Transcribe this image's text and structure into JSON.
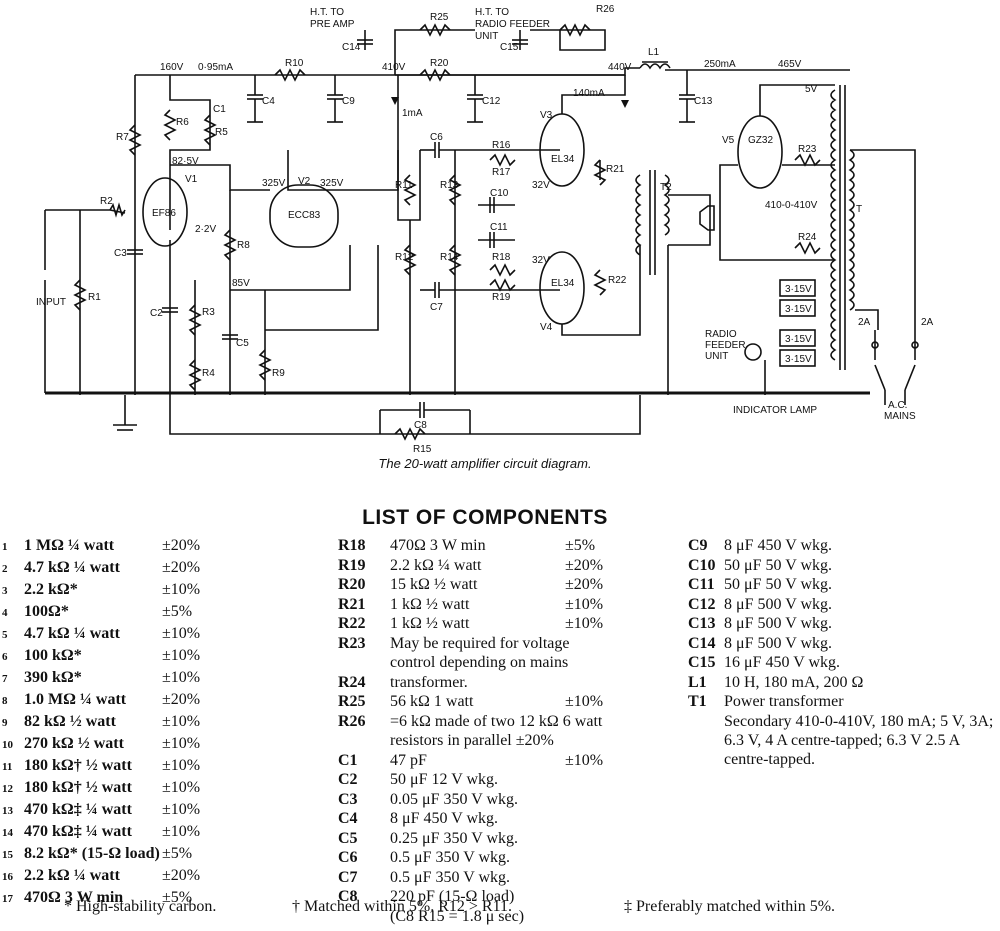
{
  "circuit": {
    "caption": "The 20-watt amplifier circuit diagram.",
    "labels": {
      "v160": "160V",
      "i095": "0·95mA",
      "v410": "410V",
      "v440": "440V",
      "v465": "465V",
      "i250": "250mA",
      "i140": "140mA",
      "i1": "1mA",
      "v825": "82·5V",
      "v325a": "325V",
      "v325b": "325V",
      "v85": "85V",
      "v22": "2·2V",
      "v32a": "32V",
      "v32b": "32V",
      "v5": "5V",
      "v410c": "410-0-410V",
      "ht_pre": "H.T. TO",
      "ht_pre2": "PRE AMP",
      "ht_radio": "H.T. TO",
      "ht_radio2": "RADIO FEEDER",
      "ht_radio3": "UNIT",
      "input": "INPUT",
      "radio_unit": "RADIO",
      "radio_unit2": "FEEDER",
      "radio_unit3": "UNIT",
      "indicator": "INDICATOR LAMP",
      "ac": "A.C.",
      "mains": "MAINS",
      "ef86": "EF86",
      "ecc83": "ECC83",
      "el34a": "EL34",
      "el34b": "EL34",
      "gz32": "GZ32",
      "v1": "V1",
      "v2": "V2",
      "v3": "V3",
      "v4": "V4",
      "v5t": "V5",
      "t": "T",
      "t2": "T2",
      "l1": "L1",
      "f2a1": "2A",
      "f2a2": "2A",
      "s315a": "3·15V",
      "s315b": "3·15V",
      "s315c": "3·15V",
      "s315d": "3·15V",
      "r1": "R1",
      "r2": "R2",
      "r3": "R3",
      "r4": "R4",
      "r5": "R5",
      "r6": "R6",
      "r7": "R7",
      "r8": "R8",
      "r9": "R9",
      "r10": "R10",
      "r11": "R11",
      "r12": "R12",
      "r13": "R13",
      "r14": "R14",
      "r15": "R15",
      "r16": "R16",
      "r17": "R17",
      "r18": "R18",
      "r19": "R19",
      "r20": "R20",
      "r21": "R21",
      "r22": "R22",
      "r23": "R23",
      "r24": "R24",
      "r25": "R25",
      "r26": "R26",
      "c1": "C1",
      "c2": "C2",
      "c3": "C3",
      "c4": "C4",
      "c5": "C5",
      "c6": "C6",
      "c7": "C7",
      "c8": "C8",
      "c9": "C9",
      "c10": "C10",
      "c11": "C11",
      "c12": "C12",
      "c13": "C13",
      "c14": "C14",
      "c15": "C15"
    }
  },
  "list": {
    "title": "LIST OF COMPONENTS",
    "col1": [
      {
        "ref": "1",
        "desc": "1 MΩ ¼ watt",
        "tol": "±20%"
      },
      {
        "ref": "2",
        "desc": "4.7 kΩ ¼ watt",
        "tol": "±20%"
      },
      {
        "ref": "3",
        "desc": "2.2 kΩ*",
        "tol": "±10%"
      },
      {
        "ref": "4",
        "desc": "100Ω*",
        "tol": "±5%"
      },
      {
        "ref": "5",
        "desc": "4.7 kΩ ¼ watt",
        "tol": "±10%"
      },
      {
        "ref": "6",
        "desc": "100 kΩ*",
        "tol": "±10%"
      },
      {
        "ref": "7",
        "desc": "390 kΩ*",
        "tol": "±10%"
      },
      {
        "ref": "8",
        "desc": "1.0 MΩ ¼ watt",
        "tol": "±20%"
      },
      {
        "ref": "9",
        "desc": "82 kΩ ½ watt",
        "tol": "±10%"
      },
      {
        "ref": "10",
        "desc": "270 kΩ ½ watt",
        "tol": "±10%"
      },
      {
        "ref": "11",
        "desc": "180 kΩ† ½ watt",
        "tol": "±10%"
      },
      {
        "ref": "12",
        "desc": "180 kΩ† ½ watt",
        "tol": "±10%"
      },
      {
        "ref": "13",
        "desc": "470 kΩ‡ ¼ watt",
        "tol": "±10%"
      },
      {
        "ref": "14",
        "desc": "470 kΩ‡ ¼ watt",
        "tol": "±10%"
      },
      {
        "ref": "15",
        "desc": "8.2 kΩ* (15-Ω load)",
        "tol": "±5%"
      },
      {
        "ref": "16",
        "desc": "2.2 kΩ ¼ watt",
        "tol": "±20%"
      },
      {
        "ref": "17",
        "desc": "470Ω 3 W min",
        "tol": "±5%"
      }
    ],
    "col2": [
      {
        "ref": "R18",
        "desc": "470Ω 3 W min",
        "tol": "±5%"
      },
      {
        "ref": "R19",
        "desc": "2.2 kΩ ¼ watt",
        "tol": "±20%"
      },
      {
        "ref": "R20",
        "desc": "15 kΩ ½ watt",
        "tol": "±20%"
      },
      {
        "ref": "R21",
        "desc": "1 kΩ ½ watt",
        "tol": "±10%"
      },
      {
        "ref": "R22",
        "desc": "1 kΩ ½ watt",
        "tol": "±10%"
      },
      {
        "ref": "R23",
        "desc": "May be required for voltage",
        "tol": ""
      },
      {
        "ref": "",
        "desc": "control depending on mains",
        "tol": ""
      },
      {
        "ref": "R24",
        "desc": "transformer.",
        "tol": ""
      },
      {
        "ref": "R25",
        "desc": "56 kΩ 1 watt",
        "tol": "±10%"
      },
      {
        "ref": "R26",
        "desc": "=6 kΩ made of two 12 kΩ 6 watt",
        "tol": ""
      },
      {
        "ref": "",
        "desc": "resistors in parallel ±20%",
        "tol": ""
      },
      {
        "ref": "C1",
        "desc": "47 pF",
        "tol": "±10%"
      },
      {
        "ref": "C2",
        "desc": "50 μF 12 V wkg.",
        "tol": ""
      },
      {
        "ref": "C3",
        "desc": "0.05 μF 350 V wkg.",
        "tol": ""
      },
      {
        "ref": "C4",
        "desc": "8 μF 450 V wkg.",
        "tol": ""
      },
      {
        "ref": "C5",
        "desc": "0.25 μF 350 V wkg.",
        "tol": ""
      },
      {
        "ref": "C6",
        "desc": "0.5 μF 350 V wkg.",
        "tol": ""
      },
      {
        "ref": "C7",
        "desc": "0.5 μF 350 V wkg.",
        "tol": ""
      },
      {
        "ref": "C8",
        "desc": "220 pF (15-Ω load)",
        "tol": ""
      },
      {
        "ref": "",
        "desc": "(C8 R15 = 1.8 μ sec)",
        "tol": ""
      }
    ],
    "col3": [
      {
        "ref": "C9",
        "desc": "8 μF 450 V wkg."
      },
      {
        "ref": "C10",
        "desc": "50 μF 50 V wkg."
      },
      {
        "ref": "C11",
        "desc": "50 μF 50 V wkg."
      },
      {
        "ref": "C12",
        "desc": "8 μF 500 V wkg."
      },
      {
        "ref": "C13",
        "desc": "8 μF 500 V wkg."
      },
      {
        "ref": "C14",
        "desc": "8 μF 500 V wkg."
      },
      {
        "ref": "C15",
        "desc": "16 μF 450 V wkg."
      },
      {
        "ref": "L1",
        "desc": "10 H, 180 mA, 200 Ω"
      },
      {
        "ref": "T1",
        "desc": "Power transformer"
      },
      {
        "ref": "",
        "desc": "Secondary 410-0-410V, 180 mA; 5 V, 3A; 6.3 V, 4 A centre-tapped; 6.3 V 2.5 A centre-tapped."
      }
    ],
    "footnotes": {
      "star": "* High-stability carbon.",
      "dagger": "† Matched within 5%.  R12 > R11.",
      "ddagger": "‡ Preferably matched within 5%."
    }
  }
}
